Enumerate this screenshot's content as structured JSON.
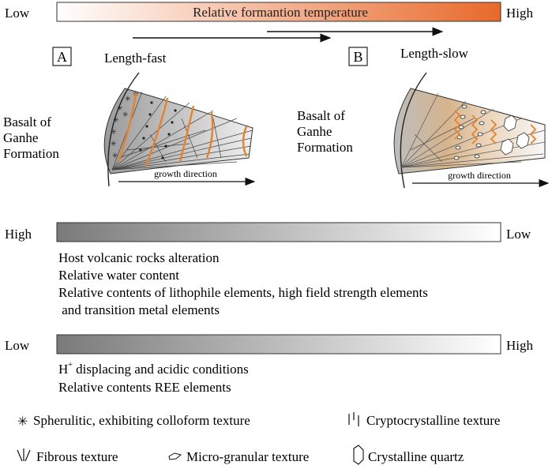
{
  "temperature_bar": {
    "low_label": "Low",
    "high_label": "High",
    "title": "Relative formantion temperature",
    "color_start": "#ffffff",
    "color_end": "#e8692a"
  },
  "panel_a": {
    "letter": "A",
    "length_label": "Length-fast",
    "rock_label_line1": "Basalt of",
    "rock_label_line2": "Ganhe",
    "rock_label_line3": "Formation",
    "growth_label": "growth direction"
  },
  "panel_b": {
    "letter": "B",
    "length_label": "Length-slow",
    "rock_label_line1": "Basalt of",
    "rock_label_line2": "Ganhe",
    "rock_label_line3": "Formation",
    "growth_label": "growth direction"
  },
  "bar1": {
    "left_label": "High",
    "right_label": "Low",
    "items": [
      "Host volcanic rocks alteration",
      "Relative water content",
      "Relative contents of lithophile elements, high field strength elements",
      " and transition metal elements"
    ]
  },
  "bar2": {
    "left_label": "Low",
    "right_label": "High",
    "item1_prefix": "H",
    "item1_sup": "+",
    "item1_rest": " displacing and acidic conditions",
    "item2": "Relative contents REE elements"
  },
  "legend": {
    "spherulitic": "Spherulitic, exhibiting colloform texture",
    "cryptocrystalline": "Cryptocrystalline texture",
    "fibrous": "Fibrous texture",
    "micro_granular": "Micro-granular texture",
    "crystalline_quartz": "Crystalline quartz"
  },
  "colors": {
    "orange_accent": "#e8822a",
    "gray_dark": "#7a7a7a",
    "tan": "#c9a47a"
  }
}
